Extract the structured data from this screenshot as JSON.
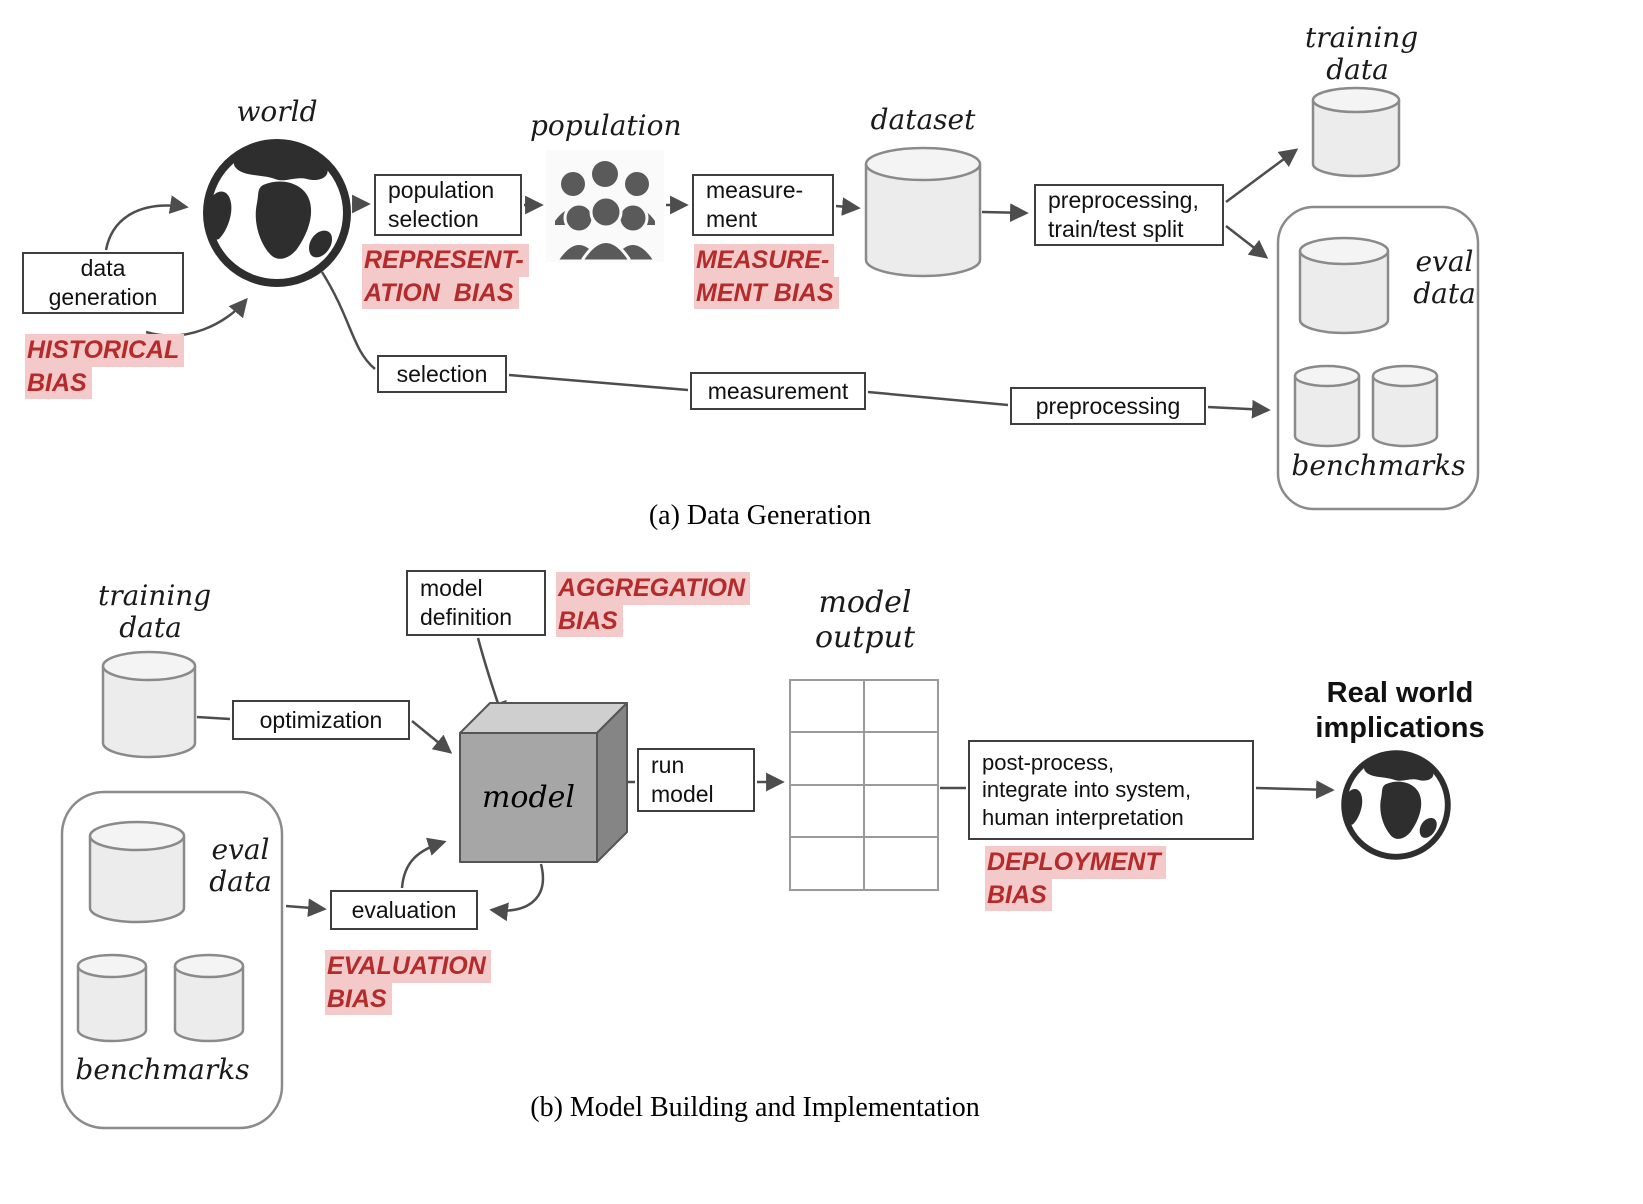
{
  "colors": {
    "bias_text": "#b32b2b",
    "bias_highlight": "#f4c9c9"
  },
  "panel_a": {
    "caption": "(a) Data Generation",
    "world_label": "world",
    "data_generation_box": {
      "line1": "data",
      "line2": "generation"
    },
    "historical_bias": {
      "line1": "HISTORICAL",
      "line2": "BIAS"
    },
    "population_selection_box": {
      "line1": "population",
      "line2": "selection"
    },
    "representation_bias": {
      "line1": "REPRESENT-",
      "line2": "ATION  BIAS"
    },
    "population_label": "population",
    "measurement_box": {
      "line1": "measure-",
      "line2": "ment"
    },
    "measurement_bias": {
      "line1": "MEASURE-",
      "line2": "MENT BIAS"
    },
    "dataset_label": "dataset",
    "preprocessing_split_box": {
      "line1": "preprocessing,",
      "line2": "train/test split"
    },
    "training_data_label": {
      "line1": "training",
      "line2": "data"
    },
    "eval_data_label": {
      "line1": "eval",
      "line2": "data"
    },
    "benchmarks_label": "benchmarks",
    "selection_box": "selection",
    "measurement_lower_box": "measurement",
    "preprocessing_lower_box": "preprocessing"
  },
  "panel_b": {
    "caption": "(b) Model Building and Implementation",
    "training_data_label": {
      "line1": "training",
      "line2": "data"
    },
    "optimization_box": "optimization",
    "model_definition_box": {
      "line1": "model",
      "line2": "definition"
    },
    "aggregation_bias": {
      "line1": "AGGREGATION",
      "line2": "BIAS"
    },
    "model_label": "model",
    "run_model_box": {
      "line1": "run",
      "line2": "model"
    },
    "model_output_label": {
      "line1": "model",
      "line2": "output"
    },
    "post_process_box": {
      "line1": "post-process,",
      "line2": "integrate into system,",
      "line3": "human interpretation"
    },
    "deployment_bias": {
      "line1": "DEPLOYMENT",
      "line2": "BIAS"
    },
    "real_world_label": {
      "line1": "Real world",
      "line2": "implications"
    },
    "eval_data_label": {
      "line1": "eval",
      "line2": "data"
    },
    "benchmarks_label": "benchmarks",
    "evaluation_box": "evaluation",
    "evaluation_bias": {
      "line1": "EVALUATION",
      "line2": "BIAS"
    }
  }
}
